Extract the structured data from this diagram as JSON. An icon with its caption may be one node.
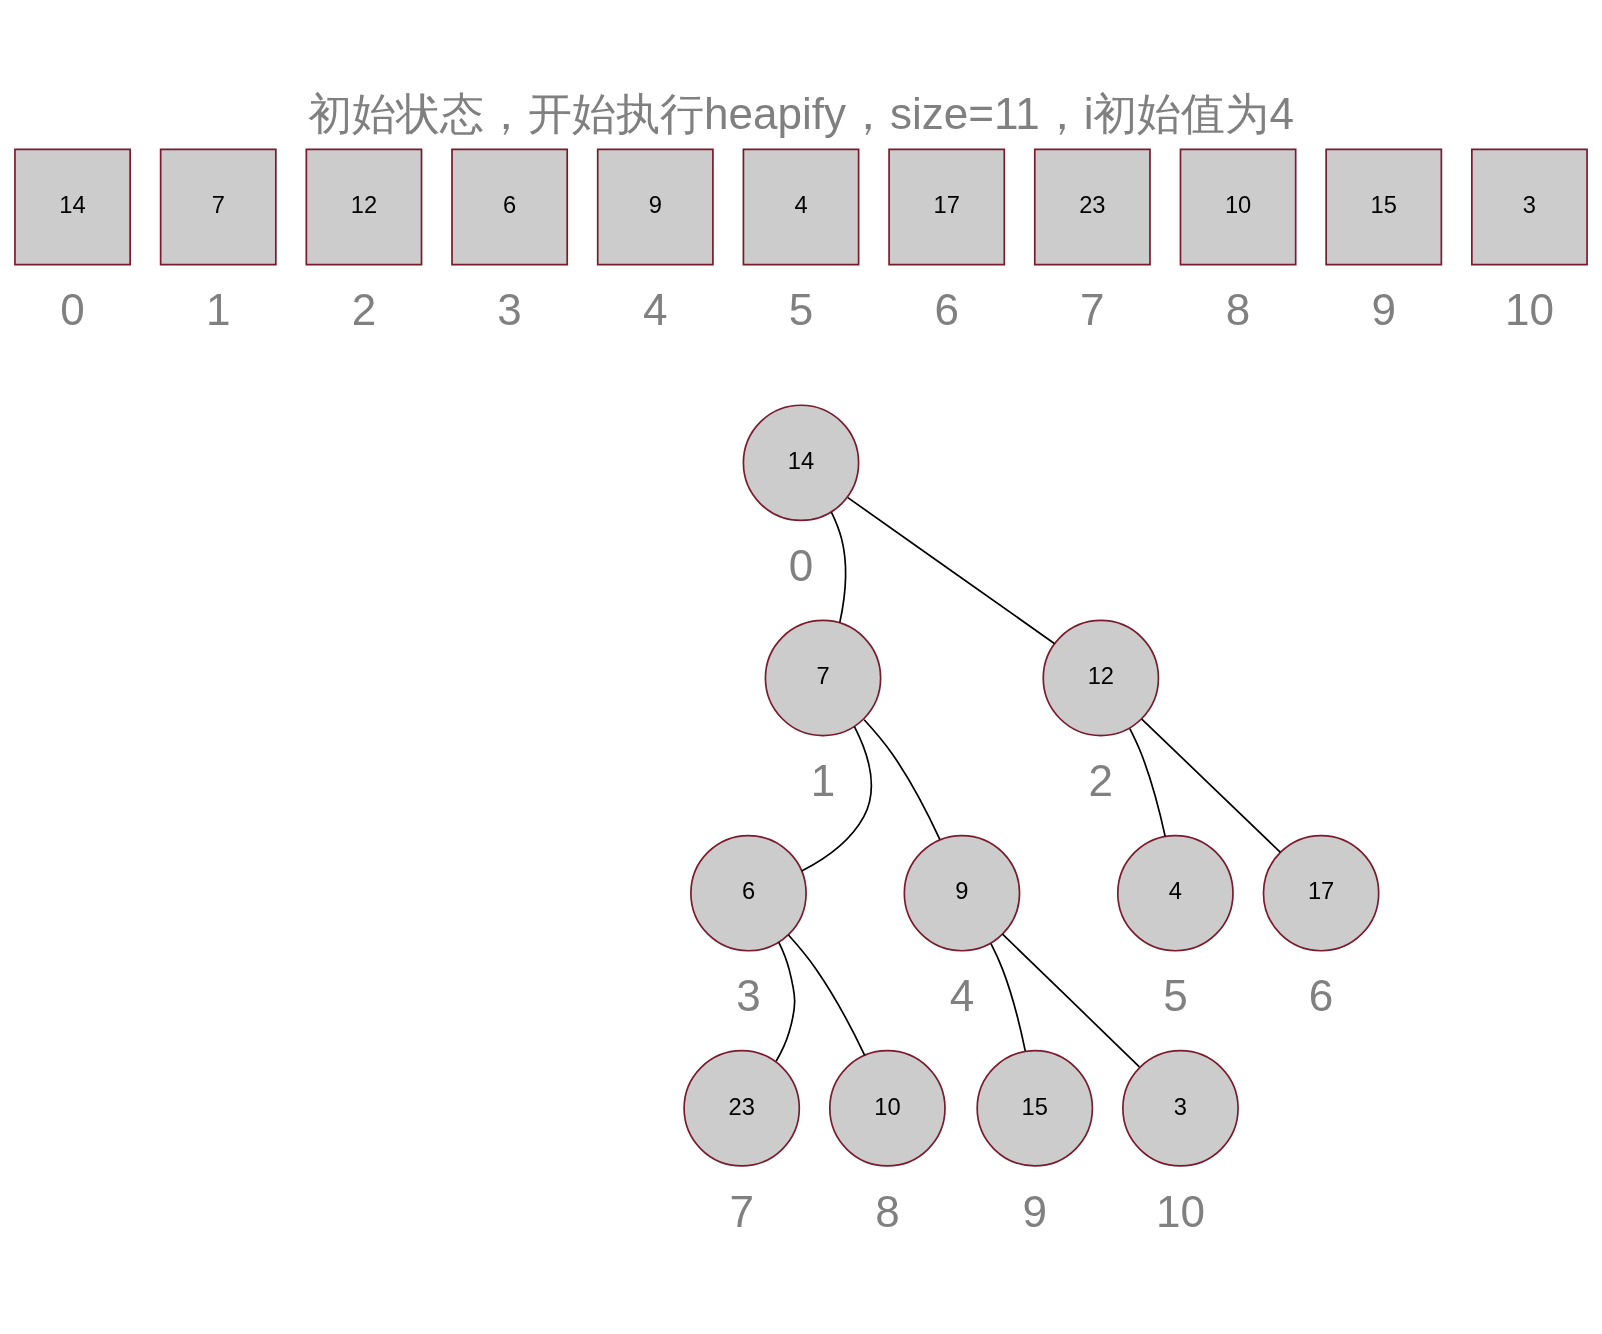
{
  "diagram": {
    "title": "初始状态，开始执行heapify，size=11，i初始值为4",
    "nodes": [
      {
        "text": [
          "14"
        ],
        "beside": [
          "0"
        ]
      },
      {
        "text": [
          "7"
        ],
        "beside": [
          "1"
        ]
      },
      {
        "text": [
          "12"
        ],
        "beside": [
          "2"
        ]
      },
      {
        "text": [
          "6"
        ],
        "beside": [
          "3"
        ]
      },
      {
        "text": [
          "9"
        ],
        "beside": [
          "4"
        ]
      },
      {
        "text": [
          "4"
        ],
        "beside": [
          "5"
        ]
      },
      {
        "text": [
          "17"
        ],
        "beside": [
          "6"
        ]
      },
      {
        "text": [
          "23"
        ],
        "beside": [
          "7"
        ]
      },
      {
        "text": [
          "10"
        ],
        "beside": [
          "8"
        ]
      },
      {
        "text": [
          "15"
        ],
        "beside": [
          "9"
        ]
      },
      {
        "text": [
          "3"
        ],
        "beside": [
          "10"
        ]
      },
      {
        "text": [
          "14"
        ],
        "beside": [
          "0"
        ]
      },
      {
        "text": [
          "7"
        ],
        "beside": [
          "1"
        ]
      },
      {
        "text": [
          "12"
        ],
        "beside": [
          "2"
        ]
      },
      {
        "text": [
          "6"
        ],
        "beside": [
          "3"
        ]
      },
      {
        "text": [
          "9"
        ],
        "beside": [
          "4"
        ]
      },
      {
        "text": [
          "4"
        ],
        "beside": [
          "5"
        ]
      },
      {
        "text": [
          "17"
        ],
        "beside": [
          "6"
        ]
      },
      {
        "text": [
          "23"
        ],
        "beside": [
          "7"
        ]
      },
      {
        "text": [
          "10"
        ],
        "beside": [
          "8"
        ]
      },
      {
        "text": [
          "15"
        ],
        "beside": [
          "9"
        ]
      },
      {
        "text": [
          "3"
        ],
        "beside": [
          "10"
        ]
      }
    ],
    "edges": [
      {
        "from": 11,
        "to": 12,
        "arrow": "none"
      },
      {
        "from": 11,
        "to": 13,
        "arrow": "none"
      },
      {
        "from": 12,
        "to": 14,
        "arrow": "none"
      },
      {
        "from": 12,
        "to": 15,
        "arrow": "none"
      },
      {
        "from": 13,
        "to": 16,
        "arrow": "none"
      },
      {
        "from": 13,
        "to": 17,
        "arrow": "none"
      },
      {
        "from": 14,
        "to": 18,
        "arrow": "none"
      },
      {
        "from": 14,
        "to": 19,
        "arrow": "none"
      },
      {
        "from": 15,
        "to": 20,
        "arrow": "none"
      },
      {
        "from": 15,
        "to": 21,
        "arrow": "none"
      }
    ]
  }
}
